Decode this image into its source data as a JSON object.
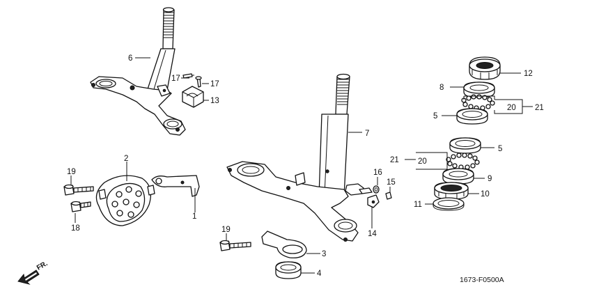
{
  "diagram_code": "1673-F0500A",
  "front_label": "FR.",
  "callouts": [
    {
      "id": "c1",
      "label": "1"
    },
    {
      "id": "c2",
      "label": "2"
    },
    {
      "id": "c3",
      "label": "3"
    },
    {
      "id": "c4",
      "label": "4"
    },
    {
      "id": "c5a",
      "label": "5"
    },
    {
      "id": "c5b",
      "label": "5"
    },
    {
      "id": "c6",
      "label": "6"
    },
    {
      "id": "c7",
      "label": "7"
    },
    {
      "id": "c8",
      "label": "8"
    },
    {
      "id": "c9",
      "label": "9"
    },
    {
      "id": "c10",
      "label": "10"
    },
    {
      "id": "c11",
      "label": "11"
    },
    {
      "id": "c12",
      "label": "12"
    },
    {
      "id": "c13",
      "label": "13"
    },
    {
      "id": "c14",
      "label": "14"
    },
    {
      "id": "c15",
      "label": "15"
    },
    {
      "id": "c16",
      "label": "16"
    },
    {
      "id": "c17a",
      "label": "17"
    },
    {
      "id": "c17b",
      "label": "17"
    },
    {
      "id": "c18",
      "label": "18"
    },
    {
      "id": "c19a",
      "label": "19"
    },
    {
      "id": "c19b",
      "label": "19"
    },
    {
      "id": "c20a",
      "label": "20"
    },
    {
      "id": "c20b",
      "label": "20"
    },
    {
      "id": "c21a",
      "label": "21"
    },
    {
      "id": "c21b",
      "label": "21"
    }
  ]
}
